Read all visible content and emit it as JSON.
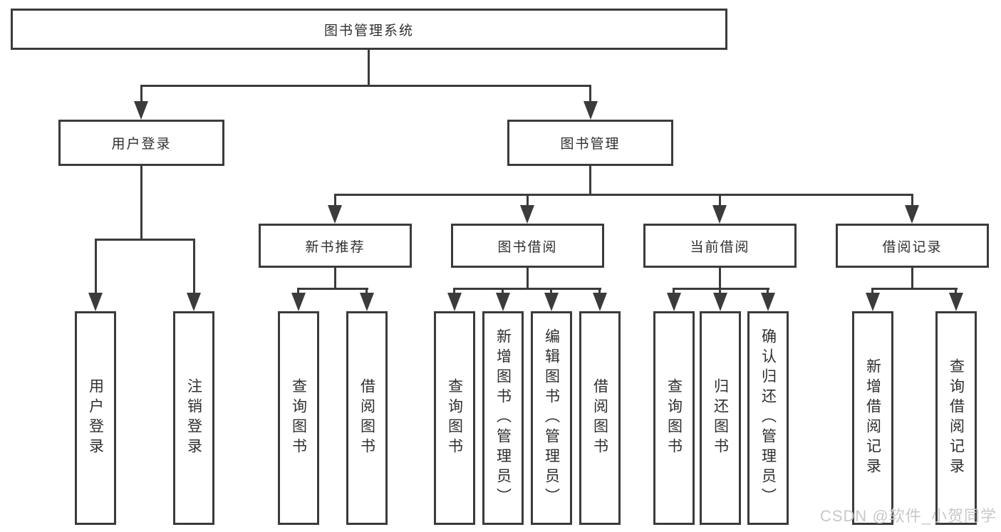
{
  "diagram": {
    "root": {
      "label": "图书管理系统"
    },
    "level2": {
      "user_login": {
        "label": "用户登录"
      },
      "book_mgmt": {
        "label": "图书管理"
      }
    },
    "level3": {
      "new_book_rec": {
        "label": "新书推荐"
      },
      "book_borrow": {
        "label": "图书借阅"
      },
      "current_borrow": {
        "label": "当前借阅"
      },
      "borrow_record": {
        "label": "借阅记录"
      }
    },
    "leaves": {
      "user_login_leaf": {
        "label": "用户登录"
      },
      "logout": {
        "label": "注销登录"
      },
      "rec_query": {
        "label": "查询图书"
      },
      "rec_borrow": {
        "label": "借阅图书"
      },
      "bb_query": {
        "label": "查询图书"
      },
      "bb_add": {
        "label": "新增图书（管理员）"
      },
      "bb_edit": {
        "label": "编辑图书（管理员）"
      },
      "bb_borrow": {
        "label": "借阅图书"
      },
      "cb_query": {
        "label": "查询图书"
      },
      "cb_return": {
        "label": "归还图书"
      },
      "cb_confirm": {
        "label": "确认归还（管理员）"
      },
      "br_add": {
        "label": "新增借阅记录"
      },
      "br_query": {
        "label": "查询借阅记录"
      }
    }
  },
  "watermark": {
    "text": "CSDN @软件_小贺同学"
  },
  "colors": {
    "line": "#3b3b3b",
    "text": "#2f2f2f",
    "watermark": "#c8c8c8",
    "background": "#ffffff"
  }
}
